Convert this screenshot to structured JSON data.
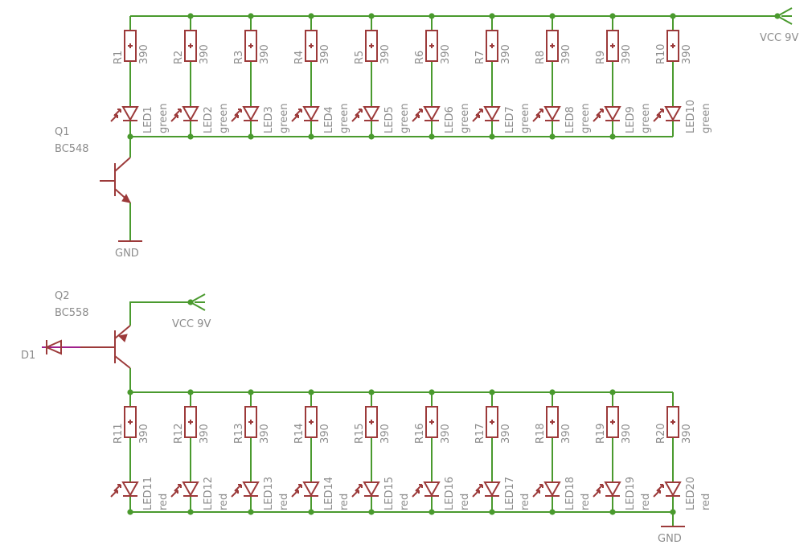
{
  "top_row": {
    "resistors": [
      {
        "ref": "R1",
        "value": "390"
      },
      {
        "ref": "R2",
        "value": "390"
      },
      {
        "ref": "R3",
        "value": "390"
      },
      {
        "ref": "R4",
        "value": "390"
      },
      {
        "ref": "R5",
        "value": "390"
      },
      {
        "ref": "R6",
        "value": "390"
      },
      {
        "ref": "R7",
        "value": "390"
      },
      {
        "ref": "R8",
        "value": "390"
      },
      {
        "ref": "R9",
        "value": "390"
      },
      {
        "ref": "R10",
        "value": "390"
      }
    ],
    "leds": [
      {
        "ref": "LED1",
        "color": "green"
      },
      {
        "ref": "LED2",
        "color": "green"
      },
      {
        "ref": "LED3",
        "color": "green"
      },
      {
        "ref": "LED4",
        "color": "green"
      },
      {
        "ref": "LED5",
        "color": "green"
      },
      {
        "ref": "LED6",
        "color": "green"
      },
      {
        "ref": "LED7",
        "color": "green"
      },
      {
        "ref": "LED8",
        "color": "green"
      },
      {
        "ref": "LED9",
        "color": "green"
      },
      {
        "ref": "LED10",
        "color": "green"
      }
    ],
    "supply": "VCC 9V"
  },
  "bottom_row": {
    "resistors": [
      {
        "ref": "R11",
        "value": "390"
      },
      {
        "ref": "R12",
        "value": "390"
      },
      {
        "ref": "R13",
        "value": "390"
      },
      {
        "ref": "R14",
        "value": "390"
      },
      {
        "ref": "R15",
        "value": "390"
      },
      {
        "ref": "R16",
        "value": "390"
      },
      {
        "ref": "R17",
        "value": "390"
      },
      {
        "ref": "R18",
        "value": "390"
      },
      {
        "ref": "R19",
        "value": "390"
      },
      {
        "ref": "R20",
        "value": "390"
      }
    ],
    "leds": [
      {
        "ref": "LED11",
        "color": "red"
      },
      {
        "ref": "LED12",
        "color": "red"
      },
      {
        "ref": "LED13",
        "color": "red"
      },
      {
        "ref": "LED14",
        "color": "red"
      },
      {
        "ref": "LED15",
        "color": "red"
      },
      {
        "ref": "LED16",
        "color": "red"
      },
      {
        "ref": "LED17",
        "color": "red"
      },
      {
        "ref": "LED18",
        "color": "red"
      },
      {
        "ref": "LED19",
        "color": "red"
      },
      {
        "ref": "LED20",
        "color": "red"
      }
    ],
    "ground": "GND"
  },
  "q1": {
    "ref": "Q1",
    "part": "BC548",
    "ground": "GND"
  },
  "q2": {
    "ref": "Q2",
    "part": "BC558",
    "supply": "VCC 9V"
  },
  "d1": {
    "ref": "D1"
  },
  "colors": {
    "wire": "#4a9a2e",
    "component": "#9c3a3a",
    "label": "#8c8c8c",
    "net_in": "#a0208c"
  }
}
